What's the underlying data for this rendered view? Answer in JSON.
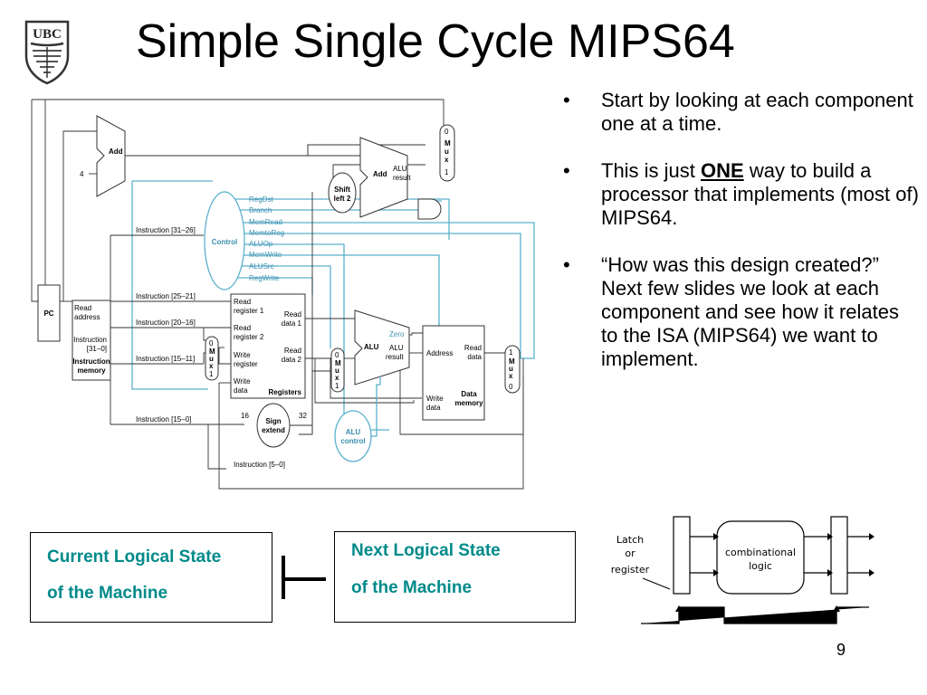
{
  "logo": {
    "text": "UBC"
  },
  "slide": {
    "title": "Simple Single Cycle MIPS64",
    "page_number": "9"
  },
  "bullets": [
    {
      "text": "Start by looking at each component one at a time."
    },
    {
      "before": "This is just ",
      "emph": "ONE",
      "after": " way to build a processor that implements (most of) MIPS64."
    },
    {
      "text": "“How was this design created?” Next few slides we look at each component and see how it relates to the ISA (MIPS64) we want to implement."
    }
  ],
  "state_boxes": {
    "current": {
      "line1": "Current Logical State",
      "line2": "of the Machine"
    },
    "next": {
      "line1": "Next Logical State",
      "line2": "of the Machine"
    }
  },
  "latch_diagram": {
    "latch_label": [
      "Latch",
      "or",
      "register"
    ],
    "logic_label": [
      "combinational",
      "logic"
    ]
  },
  "datapath": {
    "pc": "PC",
    "add_top": "Add",
    "four": "4",
    "add_branch": "Add",
    "alu_result_branch": [
      "ALU",
      "result"
    ],
    "shift_left": [
      "Shift",
      "left 2"
    ],
    "mux_top": [
      "0",
      "M",
      "u",
      "x",
      "1"
    ],
    "control": "Control",
    "control_signals": [
      "RegDst",
      "Branch",
      "MemRead",
      "MemtoReg",
      "ALUOp",
      "MemWrite",
      "ALUSrc",
      "RegWrite"
    ],
    "instr_fields": [
      "Instruction [31–26]",
      "Instruction [25–21]",
      "Instruction [20–16]",
      "Instruction [15–11]",
      "Instruction [15–0]",
      "Instruction [5–0]"
    ],
    "instr_mem": {
      "read_address": [
        "Read",
        "address"
      ],
      "instruction": [
        "Instruction",
        "[31–0]"
      ],
      "name": [
        "Instruction",
        "memory"
      ]
    },
    "mux_reg": [
      "0",
      "M",
      "u",
      "x",
      "1"
    ],
    "registers": {
      "read_reg1": [
        "Read",
        "register 1"
      ],
      "read_reg2": [
        "Read",
        "register 2"
      ],
      "write_reg": [
        "Write",
        "register"
      ],
      "write_data": [
        "Write",
        "data"
      ],
      "read_data1": [
        "Read",
        "data 1"
      ],
      "read_data2": [
        "Read",
        "data 2"
      ],
      "name": "Registers"
    },
    "mux_alu": [
      "0",
      "M",
      "u",
      "x",
      "1"
    ],
    "alu": {
      "name": "ALU",
      "zero": "Zero",
      "result": [
        "ALU",
        "result"
      ]
    },
    "data_mem": {
      "address": "Address",
      "read_data": [
        "Read",
        "data"
      ],
      "write_data": [
        "Write",
        "data"
      ],
      "name": [
        "Data",
        "memory"
      ]
    },
    "mux_mem": [
      "1",
      "M",
      "u",
      "x",
      "0"
    ],
    "sign_extend": [
      "Sign",
      "extend"
    ],
    "bits16": "16",
    "bits32": "32",
    "alu_control": [
      "ALU",
      "control"
    ]
  }
}
